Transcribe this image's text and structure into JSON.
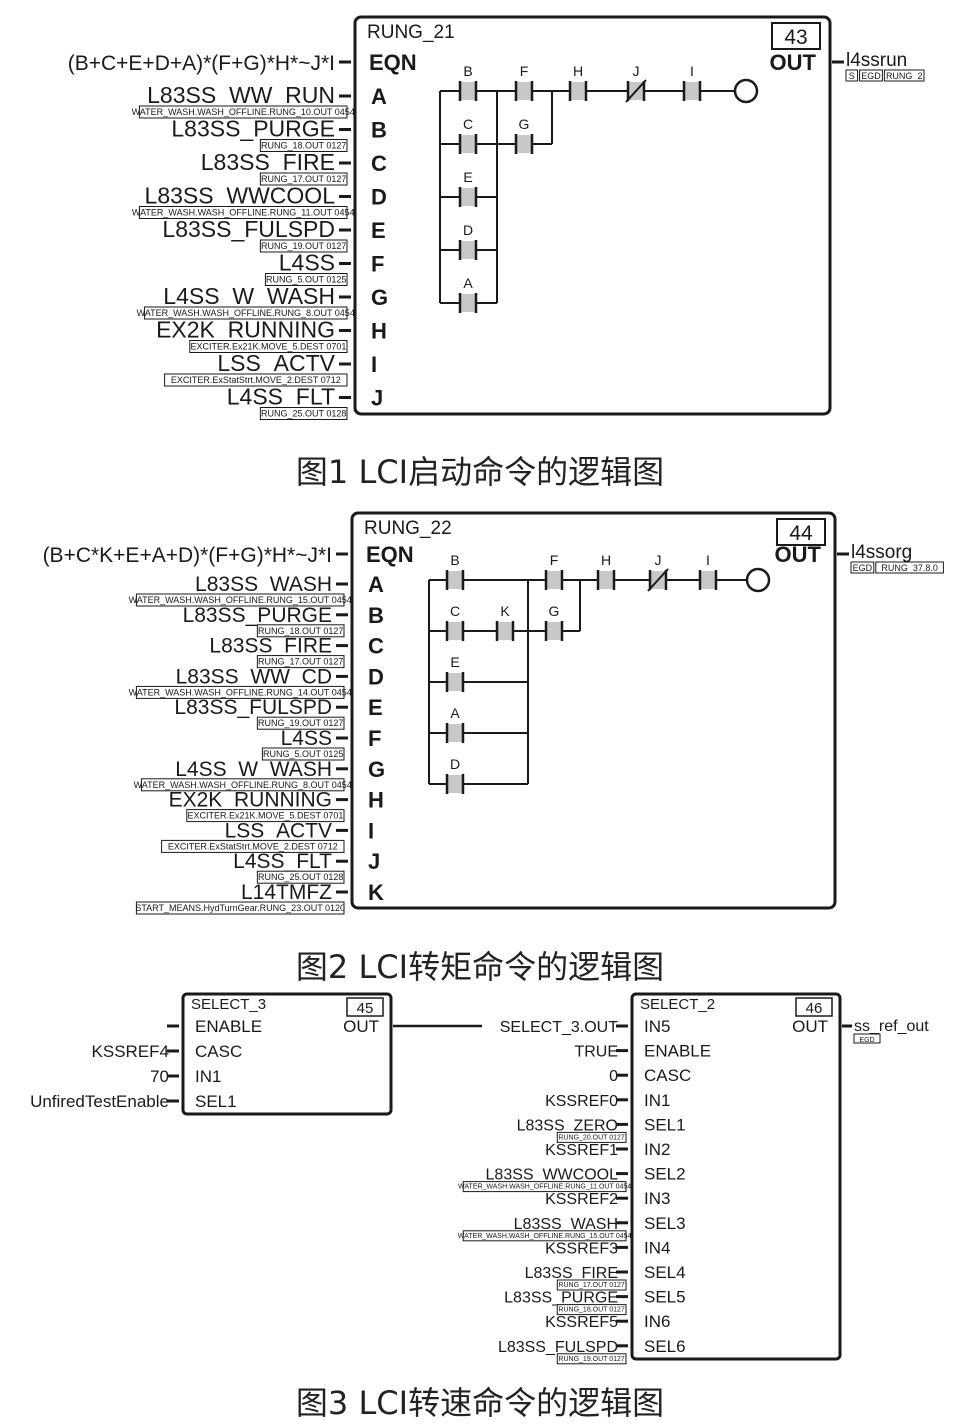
{
  "figures": [
    {
      "caption": "图1 LCI启动命令的逻辑图",
      "block": {
        "name": "RUNG_21",
        "number": "43",
        "eqn_label": "EQN",
        "out_label": "OUT"
      },
      "equation": "(B+C+E+D+A)*(F+G)*H*~J*I",
      "output": {
        "signal": "l4ssrun",
        "tags": [
          "S",
          "EGD",
          "RUNG_2"
        ]
      },
      "inputs": [
        {
          "pin": "A",
          "signal": "L83SS_WW_RUN",
          "ref": "WATER_WASH.WASH_OFFLINE.RUNG_10.OUT 0454"
        },
        {
          "pin": "B",
          "signal": "L83SS_PURGE",
          "ref": "RUNG_18.OUT 0127"
        },
        {
          "pin": "C",
          "signal": "L83SS_FIRE",
          "ref": "RUNG_17.OUT 0127"
        },
        {
          "pin": "D",
          "signal": "L83SS_WWCOOL",
          "ref": "WATER_WASH.WASH_OFFLINE.RUNG_11.OUT 0454"
        },
        {
          "pin": "E",
          "signal": "L83SS_FULSPD",
          "ref": "RUNG_19.OUT 0127"
        },
        {
          "pin": "F",
          "signal": "L4SS",
          "ref": "RUNG_5.OUT 0125"
        },
        {
          "pin": "G",
          "signal": "L4SS_W_WASH",
          "ref": "WATER_WASH.WASH_OFFLINE.RUNG_8.OUT 0454"
        },
        {
          "pin": "H",
          "signal": "EX2K_RUNNING",
          "ref": "EXCITER.Ex21K.MOVE_5.DEST 0701"
        },
        {
          "pin": "I",
          "signal": "LSS_ACTV",
          "ref": "EXCITER.ExStatStrt.MOVE_2.DEST 0712"
        },
        {
          "pin": "J",
          "signal": "L4SS_FLT",
          "ref": "RUNG_25.OUT 0128"
        }
      ],
      "ladder": {
        "branch1": [
          "B",
          "C",
          "E",
          "D",
          "A"
        ],
        "branch2": [
          "F",
          "G"
        ],
        "series": [
          "H",
          "J",
          "I"
        ],
        "negated": [
          "J"
        ]
      }
    },
    {
      "caption": "图2 LCI转矩命令的逻辑图",
      "block": {
        "name": "RUNG_22",
        "number": "44",
        "eqn_label": "EQN",
        "out_label": "OUT"
      },
      "equation": "(B+C*K+E+A+D)*(F+G)*H*~J*I",
      "output": {
        "signal": "l4ssorg",
        "tags": [
          "EGD",
          "RUNG_37.8.0"
        ]
      },
      "inputs": [
        {
          "pin": "A",
          "signal": "L83SS_WASH",
          "ref": "WATER_WASH.WASH_OFFLINE.RUNG_15.OUT 0454"
        },
        {
          "pin": "B",
          "signal": "L83SS_PURGE",
          "ref": "RUNG_18.OUT 0127"
        },
        {
          "pin": "C",
          "signal": "L83SS_FIRE",
          "ref": "RUNG_17.OUT 0127"
        },
        {
          "pin": "D",
          "signal": "L83SS_WW_CD",
          "ref": "WATER_WASH.WASH_OFFLINE.RUNG_14.OUT 0454"
        },
        {
          "pin": "E",
          "signal": "L83SS_FULSPD",
          "ref": "RUNG_19.OUT 0127"
        },
        {
          "pin": "F",
          "signal": "L4SS",
          "ref": "RUNG_5.OUT 0125"
        },
        {
          "pin": "G",
          "signal": "L4SS_W_WASH",
          "ref": "WATER_WASH.WASH_OFFLINE.RUNG_8.OUT 0454"
        },
        {
          "pin": "H",
          "signal": "EX2K_RUNNING",
          "ref": "EXCITER.Ex21K.MOVE_5.DEST 0701"
        },
        {
          "pin": "I",
          "signal": "LSS_ACTV",
          "ref": "EXCITER.ExStatStrt.MOVE_2.DEST 0712"
        },
        {
          "pin": "J",
          "signal": "L4SS_FLT",
          "ref": "RUNG_25.OUT 0128"
        },
        {
          "pin": "K",
          "signal": "L14TMFZ",
          "ref": "START_MEANS.HydTurnGear.RUNG_23.OUT 0120"
        }
      ],
      "ladder": {
        "branch1": [
          "B",
          "C",
          "K",
          "E",
          "A",
          "D"
        ],
        "branch2": [
          "F",
          "G"
        ],
        "series": [
          "H",
          "J",
          "I"
        ],
        "negated": [
          "J"
        ]
      }
    },
    {
      "caption": "图3 LCI转速命令的逻辑图",
      "select3": {
        "name": "SELECT_3",
        "number": "45",
        "out_label": "OUT",
        "pins": [
          {
            "pin": "ENABLE",
            "signal": ""
          },
          {
            "pin": "CASC",
            "signal": "KSSREF4"
          },
          {
            "pin": "IN1",
            "signal": "70"
          },
          {
            "pin": "SEL1",
            "signal": "UnfiredTestEnable"
          }
        ]
      },
      "select2": {
        "name": "SELECT_2",
        "number": "46",
        "out_label": "OUT",
        "output": {
          "signal": "ss_ref_out",
          "tags": [
            "EGD"
          ]
        },
        "pins": [
          {
            "pin": "IN5",
            "signal": "SELECT_3.OUT",
            "ref": ""
          },
          {
            "pin": "ENABLE",
            "signal": "TRUE",
            "ref": ""
          },
          {
            "pin": "CASC",
            "signal": "0",
            "ref": ""
          },
          {
            "pin": "IN1",
            "signal": "KSSREF0",
            "ref": ""
          },
          {
            "pin": "SEL1",
            "signal": "L83SS_ZERO",
            "ref": "RUNG_20.OUT 0127"
          },
          {
            "pin": "IN2",
            "signal": "KSSREF1",
            "ref": ""
          },
          {
            "pin": "SEL2",
            "signal": "L83SS_WWCOOL",
            "ref": "WATER_WASH.WASH_OFFLINE.RUNG_11.OUT 0454"
          },
          {
            "pin": "IN3",
            "signal": "KSSREF2",
            "ref": ""
          },
          {
            "pin": "SEL3",
            "signal": "L83SS_WASH",
            "ref": "WATER_WASH.WASH_OFFLINE.RUNG_15.OUT 0454"
          },
          {
            "pin": "IN4",
            "signal": "KSSREF3",
            "ref": ""
          },
          {
            "pin": "SEL4",
            "signal": "L83SS_FIRE",
            "ref": "RUNG_17.OUT 0127"
          },
          {
            "pin": "SEL5",
            "signal": "L83SS_PURGE",
            "ref": "RUNG_18.OUT 0127"
          },
          {
            "pin": "IN6",
            "signal": "KSSREF5",
            "ref": ""
          },
          {
            "pin": "SEL6",
            "signal": "L83SS_FULSPD",
            "ref": "RUNG_19.OUT 0127"
          }
        ]
      }
    }
  ]
}
